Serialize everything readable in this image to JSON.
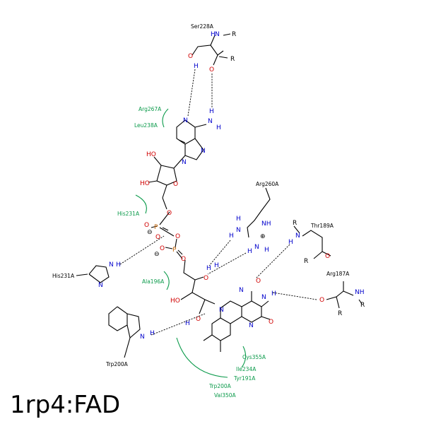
{
  "title": "1rp4:FAD",
  "colors": {
    "oxygen": "#d00000",
    "nitrogen": "#0000cc",
    "phosphorus": "#c06000",
    "hydrophobic": "#0a9a4a",
    "bond": "#000000"
  },
  "hbond_residues": [
    {
      "id": "ser228",
      "label": "Ser228A"
    },
    {
      "id": "arg260",
      "label": "Arg260A"
    },
    {
      "id": "thr189",
      "label": "Thr189A"
    },
    {
      "id": "arg187",
      "label": "Arg187A"
    },
    {
      "id": "his231",
      "label": "His231A"
    },
    {
      "id": "trp200",
      "label": "Trp200A"
    }
  ],
  "hydrophobic_residues": [
    {
      "id": "arg267",
      "label": "Arg267A"
    },
    {
      "id": "leu238",
      "label": "Leu238A"
    },
    {
      "id": "his231h",
      "label": "His231A"
    },
    {
      "id": "ala196",
      "label": "Ala196A"
    },
    {
      "id": "cys355",
      "label": "Cys355A"
    },
    {
      "id": "ile234",
      "label": "Ile234A"
    },
    {
      "id": "tyr191",
      "label": "Tyr191A"
    },
    {
      "id": "trp200h",
      "label": "Trp200A"
    },
    {
      "id": "val350",
      "label": "Val350A"
    }
  ]
}
